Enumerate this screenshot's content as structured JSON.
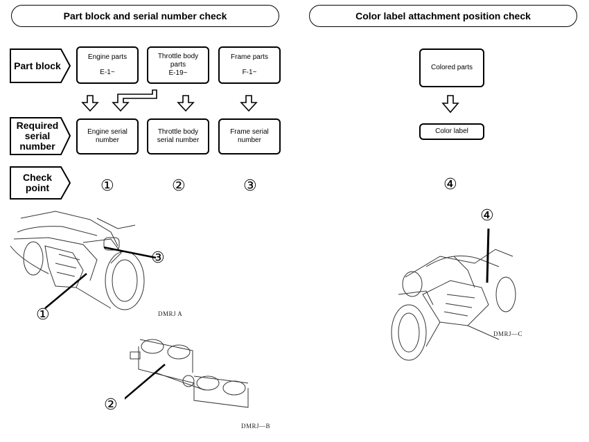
{
  "headers": {
    "left": "Part block and serial number check",
    "right": "Color label attachment position check"
  },
  "row_tags": {
    "part_block": "Part block",
    "required_serial": [
      "Required",
      "serial",
      "number"
    ],
    "check_point": [
      "Check",
      "point"
    ]
  },
  "part_blocks": [
    {
      "lines": [
        "Engine parts",
        "",
        "E-1~"
      ]
    },
    {
      "lines": [
        "Throttle body",
        "parts",
        "E-19~"
      ]
    },
    {
      "lines": [
        "Frame parts",
        "",
        "F-1~"
      ]
    }
  ],
  "serial_blocks": [
    {
      "lines": [
        "Engine serial",
        "number"
      ]
    },
    {
      "lines": [
        "Throttle body",
        "serial number"
      ]
    },
    {
      "lines": [
        "Frame serial",
        "number"
      ]
    }
  ],
  "check_points": [
    "①",
    "②",
    "③"
  ],
  "color_check": {
    "colored_parts": "Colored parts",
    "color_label": "Color label",
    "check_point": "④"
  },
  "illustrations": {
    "motorcycle_left": {
      "callouts": [
        "③",
        "①"
      ],
      "code": "DMRJ   A"
    },
    "throttle_body": {
      "callouts": [
        "②"
      ],
      "code": "DMRJ—B"
    },
    "motorcycle_right": {
      "callouts": [
        "④"
      ],
      "code": "DMRJ—C"
    }
  }
}
